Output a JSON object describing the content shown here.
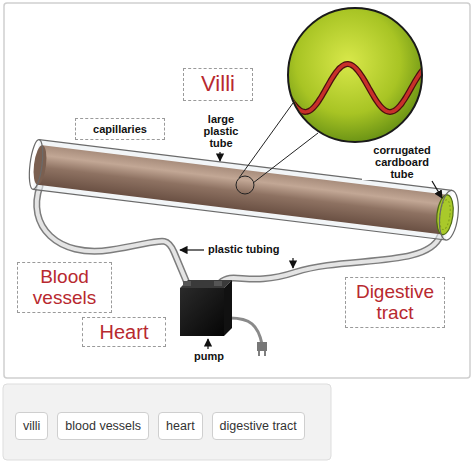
{
  "diagram": {
    "nodes": [
      {
        "text": [
          "Villi"
        ]
      },
      {
        "text": [
          "capillaries"
        ]
      },
      {
        "text": [
          "Blood vessels"
        ]
      },
      {
        "text": [
          "Digestive tract"
        ]
      },
      {
        "text": [
          "Heart"
        ]
      },
      {
        "text": [
          "villi"
        ]
      },
      {
        "text": [
          "blood vessels"
        ]
      },
      {
        "text": [
          "heart"
        ]
      },
      {
        "text": [
          "digestive tract"
        ]
      }
    ],
    "labels": [
      "large plastic tube",
      "corrugated cardboard tube",
      "plastic tubing",
      "pump"
    ]
  }
}
